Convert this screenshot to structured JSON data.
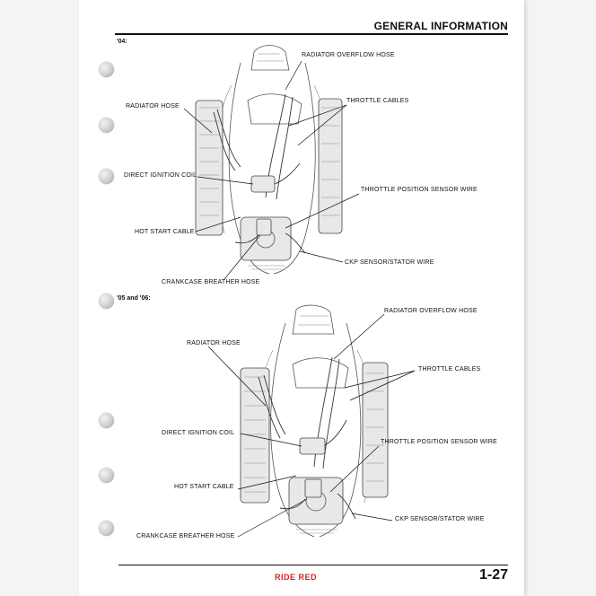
{
  "header": {
    "title": "GENERAL INFORMATION"
  },
  "section_04": {
    "label": "'04:",
    "callouts": {
      "radiator_overflow_hose": "RADIATOR OVERFLOW HOSE",
      "radiator_hose": "RADIATOR HOSE",
      "throttle_cables": "THROTTLE CABLES",
      "direct_ignition_coil": "DIRECT IGNITION COIL",
      "throttle_position_sensor_wire": "THROTTLE POSITION SENSOR WIRE",
      "hot_start_cable": "HOT START CABLE",
      "ckp_sensor_stator_wire": "CKP SENSOR/STATOR WIRE",
      "crankcase_breather_hose": "CRANKCASE BREATHER HOSE"
    }
  },
  "section_05_06": {
    "label": "'05 and '06:",
    "callouts": {
      "radiator_overflow_hose": "RADIATOR OVERFLOW HOSE",
      "radiator_hose": "RADIATOR HOSE",
      "throttle_cables": "THROTTLE CABLES",
      "direct_ignition_coil": "DIRECT IGNITION COIL",
      "throttle_position_sensor_wire": "THROTTLE POSITION SENSOR WIRE",
      "hot_start_cable": "HOT START CABLE",
      "ckp_sensor_stator_wire": "CKP SENSOR/STATOR WIRE",
      "crankcase_breather_hose": "CRANKCASE BREATHER HOSE"
    }
  },
  "footer": {
    "brand": "RIDE RED",
    "page_number": "1-27"
  },
  "colors": {
    "brand_red": "#d81f26",
    "ink": "#111111",
    "paper": "#ffffff"
  }
}
